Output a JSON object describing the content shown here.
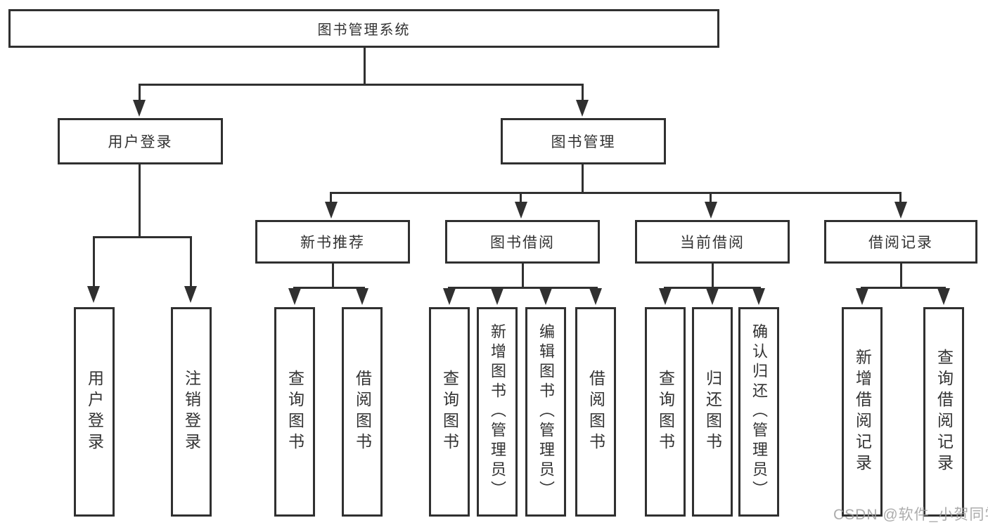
{
  "diagram": {
    "title": "图书管理系统",
    "branches": {
      "user_login": {
        "label": "用户登录",
        "children": [
          {
            "label": "用户登录"
          },
          {
            "label": "注销登录"
          }
        ]
      },
      "book_mgmt": {
        "label": "图书管理",
        "children": [
          {
            "label": "新书推荐",
            "children": [
              {
                "label": "查询图书"
              },
              {
                "label": "借阅图书"
              }
            ]
          },
          {
            "label": "图书借阅",
            "children": [
              {
                "label": "查询图书"
              },
              {
                "label": "新增图书（管理员）"
              },
              {
                "label": "编辑图书（管理员）"
              },
              {
                "label": "借阅图书"
              }
            ]
          },
          {
            "label": "当前借阅",
            "children": [
              {
                "label": "查询图书"
              },
              {
                "label": "归还图书"
              },
              {
                "label": "确认归还（管理员）"
              }
            ]
          },
          {
            "label": "借阅记录",
            "children": [
              {
                "label": "新增借阅记录"
              },
              {
                "label": "查询借阅记录"
              }
            ]
          }
        ]
      }
    },
    "watermark": "CSDN @软件_小贺同学",
    "colors": {
      "line": "#303030",
      "text": "#333333",
      "watermark": "#9e9e9e",
      "background": "#ffffff"
    }
  }
}
